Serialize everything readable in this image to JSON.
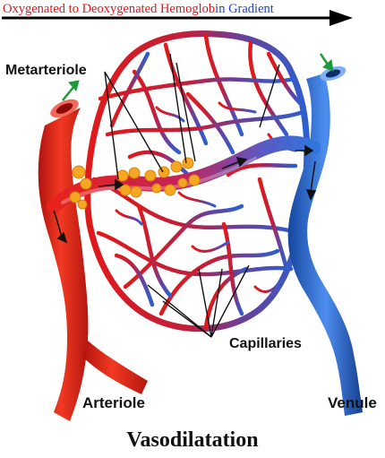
{
  "gradient_title": {
    "red_part": "Oxygenated to Deoxygenated Hemoglob",
    "blue_part": "in Gradient"
  },
  "labels": {
    "metarteriole": "Metarteriole",
    "capillaries": "Capillaries",
    "arteriole": "Arteriole",
    "venule": "Venule"
  },
  "caption": "Vasodilatation",
  "colors": {
    "artery_red": "#e5251c",
    "vein_blue": "#2c6fd8",
    "sphincter_orange": "#f5a623",
    "flow_arrow_green": "#1f9a3a"
  }
}
